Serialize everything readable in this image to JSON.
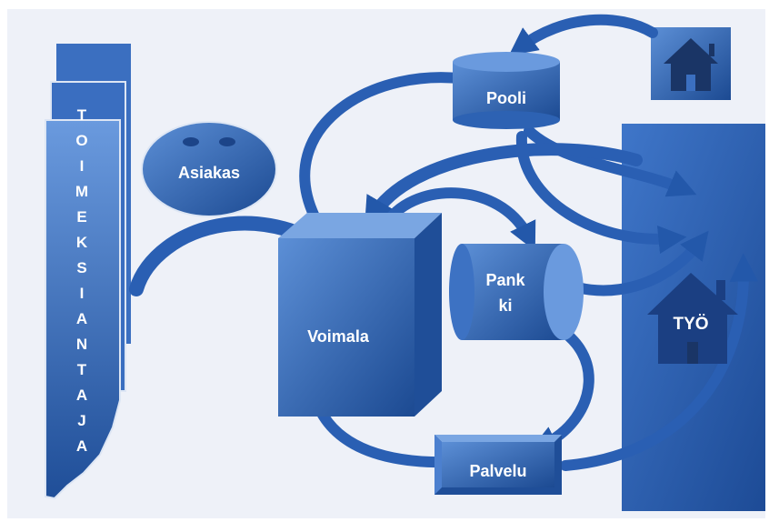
{
  "diagram": {
    "vertical_text": [
      "T",
      "O",
      "I",
      "M",
      "E",
      "K",
      "S",
      "I",
      "A",
      "N",
      "T",
      "A",
      "J",
      "A"
    ],
    "asiakas": "Asiakas",
    "pooli": "Pooli",
    "voimala": "Voimala",
    "pankki_line1": "Pank",
    "pankki_line2": "ki",
    "tyo": "TYÖ",
    "palvelu": "Palvelu"
  },
  "colors": {
    "background": "#eef1f8",
    "primary": "#2e65b8",
    "dark": "#1c4488",
    "light": "#5c8fd6",
    "text": "#ffffff"
  }
}
